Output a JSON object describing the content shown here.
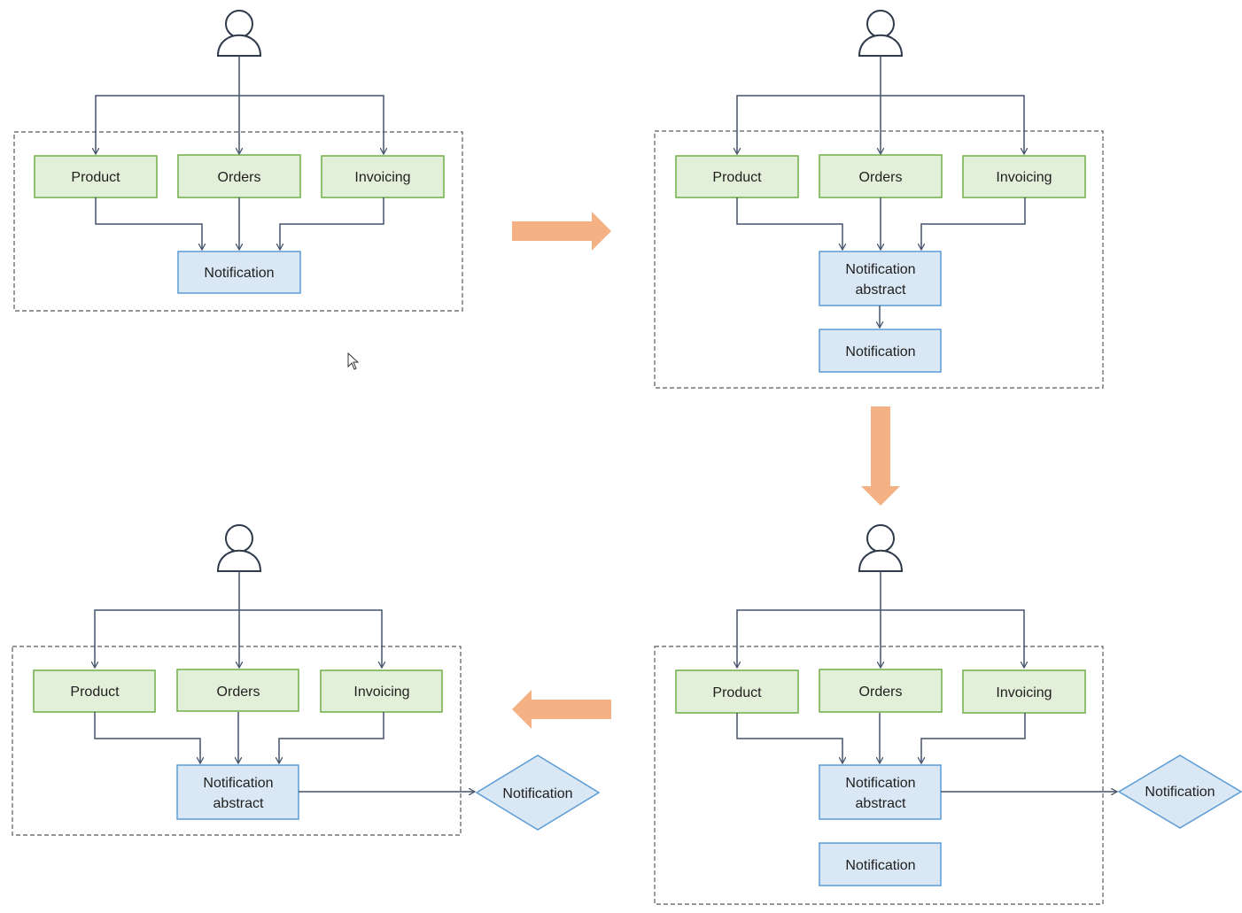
{
  "colors": {
    "service_fill": "#e2efd9",
    "service_stroke": "#70ad47",
    "notification_fill": "#dae8f5",
    "notification_stroke": "#5b9bd5",
    "connector": "#44546a",
    "flow_arrow": "#f4b183",
    "container_border": "#595959"
  },
  "icons": {
    "user": "user-icon",
    "cursor": "mouse-cursor-icon",
    "flow_arrow": "thick-arrow-icon"
  },
  "panels": [
    {
      "id": "panel-1",
      "services": [
        "Product",
        "Orders",
        "Invoicing"
      ],
      "notification_abstract": "",
      "notification_inside": "Notification",
      "notification_external": ""
    },
    {
      "id": "panel-2",
      "services": [
        "Product",
        "Orders",
        "Invoicing"
      ],
      "notification_abstract": "Notification\nabstract",
      "notification_inside": "Notification",
      "notification_external": ""
    },
    {
      "id": "panel-3",
      "services": [
        "Product",
        "Orders",
        "Invoicing"
      ],
      "notification_abstract": "Notification\nabstract",
      "notification_inside": "Notification",
      "notification_external": "Notification"
    },
    {
      "id": "panel-4",
      "services": [
        "Product",
        "Orders",
        "Invoicing"
      ],
      "notification_abstract": "Notification\nabstract",
      "notification_inside": "",
      "notification_external": "Notification"
    }
  ],
  "flow": [
    "panel-1",
    "panel-2",
    "panel-3",
    "panel-4"
  ]
}
